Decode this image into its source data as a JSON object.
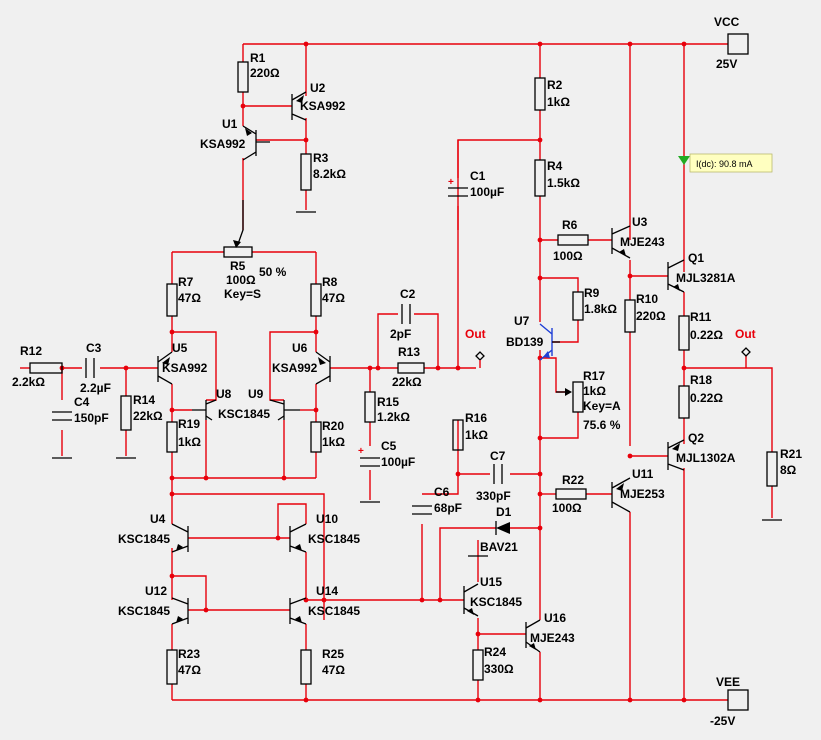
{
  "power": {
    "vcc": {
      "name": "VCC",
      "value": "25V"
    },
    "vee": {
      "name": "VEE",
      "value": "-25V"
    }
  },
  "probe": {
    "label": "I(dc): 90.8 mA",
    "colors": {
      "box": "#ffffc0",
      "arrow": "#22aa22"
    }
  },
  "outputs": {
    "out1": "Out",
    "out2": "Out"
  },
  "colors": {
    "wire": "#e8000b",
    "background": "#f0f0f0",
    "bd139": "#1f3fd6"
  },
  "resistors": {
    "R1": {
      "name": "R1",
      "value": "220Ω"
    },
    "R2": {
      "name": "R2",
      "value": "1kΩ"
    },
    "R3": {
      "name": "R3",
      "value": "8.2kΩ"
    },
    "R4": {
      "name": "R4",
      "value": "1.5kΩ"
    },
    "R6": {
      "name": "R6",
      "value": "100Ω"
    },
    "R7": {
      "name": "R7",
      "value": "47Ω"
    },
    "R8": {
      "name": "R8",
      "value": "47Ω"
    },
    "R9": {
      "name": "R9",
      "value": "1.8kΩ"
    },
    "R10": {
      "name": "R10",
      "value": "220Ω"
    },
    "R11": {
      "name": "R11",
      "value": "0.22Ω"
    },
    "R12": {
      "name": "R12",
      "value": "2.2kΩ"
    },
    "R13": {
      "name": "R13",
      "value": "22kΩ"
    },
    "R14": {
      "name": "R14",
      "value": "22kΩ"
    },
    "R15": {
      "name": "R15",
      "value": "1.2kΩ"
    },
    "R16": {
      "name": "R16",
      "value": "1kΩ"
    },
    "R18": {
      "name": "R18",
      "value": "0.22Ω"
    },
    "R19": {
      "name": "R19",
      "value": "1kΩ"
    },
    "R20": {
      "name": "R20",
      "value": "1kΩ"
    },
    "R21": {
      "name": "R21",
      "value": "8Ω"
    },
    "R22": {
      "name": "R22",
      "value": "100Ω"
    },
    "R23": {
      "name": "R23",
      "value": "47Ω"
    },
    "R24": {
      "name": "R24",
      "value": "330Ω"
    },
    "R25": {
      "name": "R25",
      "value": "47Ω"
    }
  },
  "potentiometers": {
    "R5": {
      "name": "R5",
      "value": "100Ω",
      "percent": "50 %",
      "key": "Key=S"
    },
    "R17": {
      "name": "R17",
      "value": "1kΩ",
      "percent": "75.6 %",
      "key": "Key=A"
    }
  },
  "capacitors": {
    "C1": {
      "name": "C1",
      "value": "100µF"
    },
    "C2": {
      "name": "C2",
      "value": "2pF"
    },
    "C3": {
      "name": "C3",
      "value": "2.2µF"
    },
    "C4": {
      "name": "C4",
      "value": "150pF"
    },
    "C5": {
      "name": "C5",
      "value": "100µF"
    },
    "C6": {
      "name": "C6",
      "value": "68pF"
    },
    "C7": {
      "name": "C7",
      "value": "330pF"
    }
  },
  "diodes": {
    "D1": {
      "name": "D1",
      "value": "BAV21"
    }
  },
  "transistors": {
    "U1": {
      "name": "U1",
      "part": "KSA992"
    },
    "U2": {
      "name": "U2",
      "part": "KSA992"
    },
    "U3": {
      "name": "U3",
      "part": "MJE243"
    },
    "U4": {
      "name": "U4",
      "part": "KSC1845"
    },
    "U5": {
      "name": "U5",
      "part": "KSA992"
    },
    "U6": {
      "name": "U6",
      "part": "KSA992"
    },
    "U7": {
      "name": "U7",
      "part": "BD139"
    },
    "U8": {
      "name": "U8",
      "part": "KSC1845"
    },
    "U9": {
      "name": "U9",
      "part": "KSC1845"
    },
    "U10": {
      "name": "U10",
      "part": "KSC1845"
    },
    "U11": {
      "name": "U11",
      "part": "MJE253"
    },
    "U12": {
      "name": "U12",
      "part": "KSC1845"
    },
    "U14": {
      "name": "U14",
      "part": "KSC1845"
    },
    "U15": {
      "name": "U15",
      "part": "KSC1845"
    },
    "U16": {
      "name": "U16",
      "part": "MJE243"
    },
    "Q1": {
      "name": "Q1",
      "part": "MJL3281A"
    },
    "Q2": {
      "name": "Q2",
      "part": "MJL1302A"
    }
  }
}
